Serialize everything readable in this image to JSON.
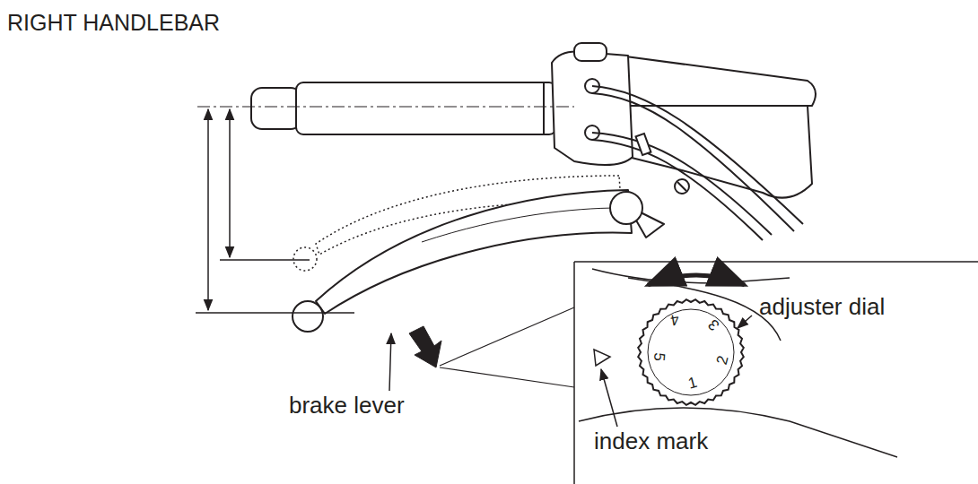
{
  "diagram": {
    "title": "RIGHT HANDLEBAR",
    "labels": [
      "adjuster dial",
      "brake lever",
      "index mark",
      "1",
      "2",
      "3",
      "4",
      "5"
    ]
  }
}
